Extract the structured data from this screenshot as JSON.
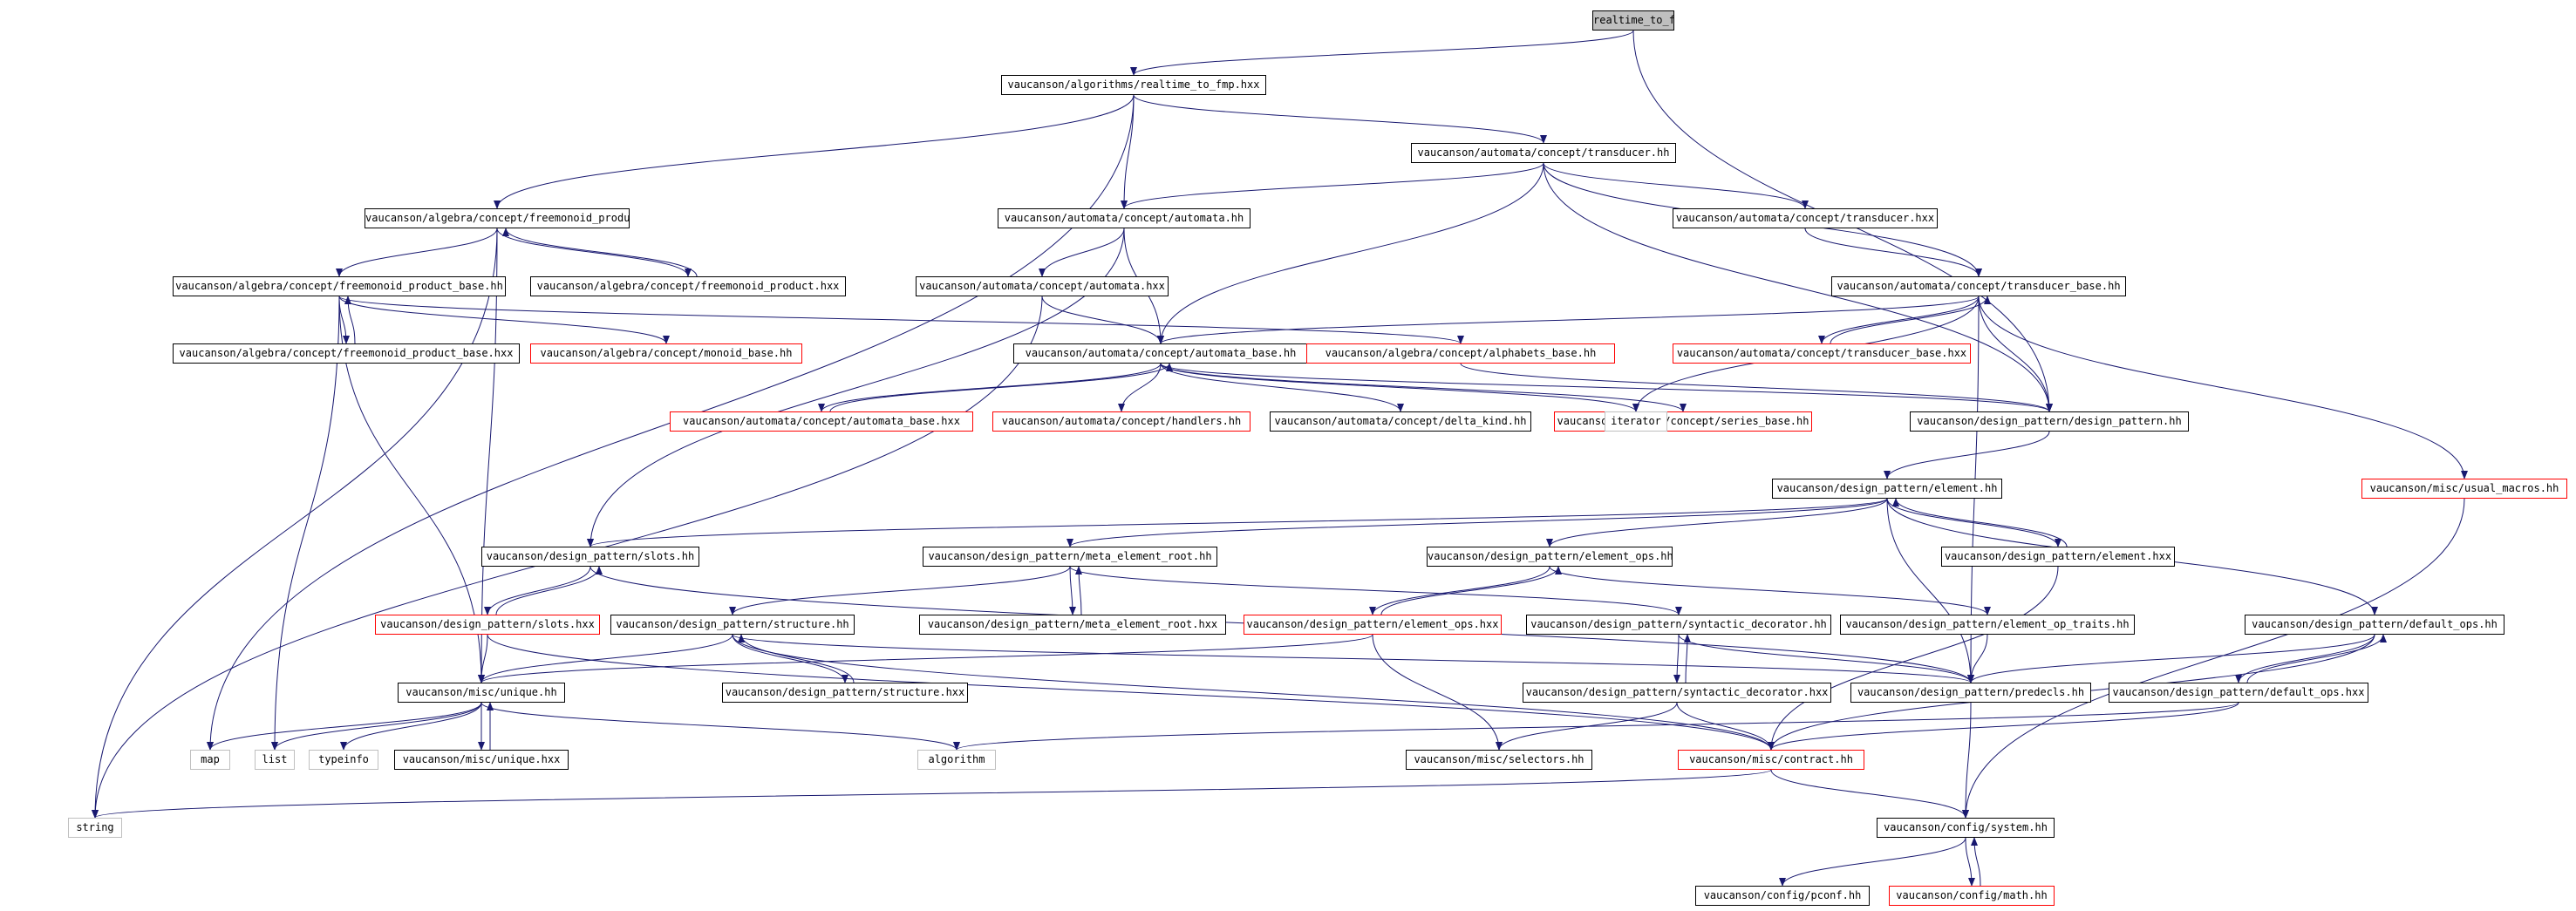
{
  "colors": {
    "edge": "#191970",
    "box": "#000000",
    "external": "#bfbfbf",
    "truncated": "#ff0000",
    "root_fill": "#bfbfbf"
  },
  "nodes": [
    {
      "id": "realtime_to_fmp_hh",
      "label": "realtime_to_fmp.hh",
      "style": "root"
    },
    {
      "id": "alg_realtime_to_fmp_hxx",
      "label": "vaucanson/algorithms/realtime_to_fmp.hxx",
      "style": "normal"
    },
    {
      "id": "transducer_hh",
      "label": "vaucanson/automata/concept/transducer.hh",
      "style": "normal"
    },
    {
      "id": "freemonoid_product_hh",
      "label": "vaucanson/algebra/concept/freemonoid_product.hh",
      "style": "normal"
    },
    {
      "id": "automata_hh",
      "label": "vaucanson/automata/concept/automata.hh",
      "style": "normal"
    },
    {
      "id": "transducer_hxx",
      "label": "vaucanson/automata/concept/transducer.hxx",
      "style": "normal"
    },
    {
      "id": "freemonoid_product_base_hh",
      "label": "vaucanson/algebra/concept/freemonoid_product_base.hh",
      "style": "normal"
    },
    {
      "id": "freemonoid_product_hxx",
      "label": "vaucanson/algebra/concept/freemonoid_product.hxx",
      "style": "normal"
    },
    {
      "id": "automata_hxx",
      "label": "vaucanson/automata/concept/automata.hxx",
      "style": "normal"
    },
    {
      "id": "transducer_base_hh",
      "label": "vaucanson/automata/concept/transducer_base.hh",
      "style": "normal"
    },
    {
      "id": "freemonoid_product_base_hxx",
      "label": "vaucanson/algebra/concept/freemonoid_product_base.hxx",
      "style": "normal"
    },
    {
      "id": "monoid_base_hh",
      "label": "vaucanson/algebra/concept/monoid_base.hh",
      "style": "red"
    },
    {
      "id": "automata_base_hh",
      "label": "vaucanson/automata/concept/automata_base.hh",
      "style": "normal"
    },
    {
      "id": "alphabets_base_hh",
      "label": "vaucanson/algebra/concept/alphabets_base.hh",
      "style": "red"
    },
    {
      "id": "transducer_base_hxx",
      "label": "vaucanson/automata/concept/transducer_base.hxx",
      "style": "red"
    },
    {
      "id": "automata_base_hxx",
      "label": "vaucanson/automata/concept/automata_base.hxx",
      "style": "red"
    },
    {
      "id": "handlers_hh",
      "label": "vaucanson/automata/concept/handlers.hh",
      "style": "red"
    },
    {
      "id": "delta_kind_hh",
      "label": "vaucanson/automata/concept/delta_kind.hh",
      "style": "normal"
    },
    {
      "id": "series_base_hh",
      "label": "vaucanson/algebra/concept/series_base.hh",
      "style": "red"
    },
    {
      "id": "iterator",
      "label": "iterator",
      "style": "ext"
    },
    {
      "id": "design_pattern_hh",
      "label": "vaucanson/design_pattern/design_pattern.hh",
      "style": "normal"
    },
    {
      "id": "usual_macros_hh",
      "label": "vaucanson/misc/usual_macros.hh",
      "style": "red"
    },
    {
      "id": "element_hh",
      "label": "vaucanson/design_pattern/element.hh",
      "style": "normal"
    },
    {
      "id": "slots_hh",
      "label": "vaucanson/design_pattern/slots.hh",
      "style": "normal"
    },
    {
      "id": "meta_element_root_hh",
      "label": "vaucanson/design_pattern/meta_element_root.hh",
      "style": "normal"
    },
    {
      "id": "element_ops_hh",
      "label": "vaucanson/design_pattern/element_ops.hh",
      "style": "normal"
    },
    {
      "id": "element_hxx",
      "label": "vaucanson/design_pattern/element.hxx",
      "style": "normal"
    },
    {
      "id": "slots_hxx",
      "label": "vaucanson/design_pattern/slots.hxx",
      "style": "red"
    },
    {
      "id": "structure_hh",
      "label": "vaucanson/design_pattern/structure.hh",
      "style": "normal"
    },
    {
      "id": "meta_element_root_hxx",
      "label": "vaucanson/design_pattern/meta_element_root.hxx",
      "style": "normal"
    },
    {
      "id": "element_ops_hxx",
      "label": "vaucanson/design_pattern/element_ops.hxx",
      "style": "red"
    },
    {
      "id": "syntactic_decorator_hh",
      "label": "vaucanson/design_pattern/syntactic_decorator.hh",
      "style": "normal"
    },
    {
      "id": "element_op_traits_hh",
      "label": "vaucanson/design_pattern/element_op_traits.hh",
      "style": "normal"
    },
    {
      "id": "default_ops_hh",
      "label": "vaucanson/design_pattern/default_ops.hh",
      "style": "normal"
    },
    {
      "id": "unique_hh",
      "label": "vaucanson/misc/unique.hh",
      "style": "normal"
    },
    {
      "id": "structure_hxx",
      "label": "vaucanson/design_pattern/structure.hxx",
      "style": "normal"
    },
    {
      "id": "syntactic_decorator_hxx",
      "label": "vaucanson/design_pattern/syntactic_decorator.hxx",
      "style": "normal"
    },
    {
      "id": "predecls_hh",
      "label": "vaucanson/design_pattern/predecls.hh",
      "style": "normal"
    },
    {
      "id": "default_ops_hxx",
      "label": "vaucanson/design_pattern/default_ops.hxx",
      "style": "normal"
    },
    {
      "id": "map",
      "label": "map",
      "style": "ext"
    },
    {
      "id": "list",
      "label": "list",
      "style": "ext"
    },
    {
      "id": "typeinfo",
      "label": "typeinfo",
      "style": "ext"
    },
    {
      "id": "unique_hxx",
      "label": "vaucanson/misc/unique.hxx",
      "style": "normal"
    },
    {
      "id": "algorithm",
      "label": "algorithm",
      "style": "ext"
    },
    {
      "id": "selectors_hh",
      "label": "vaucanson/misc/selectors.hh",
      "style": "normal"
    },
    {
      "id": "contract_hh",
      "label": "vaucanson/misc/contract.hh",
      "style": "red"
    },
    {
      "id": "string",
      "label": "string",
      "style": "ext"
    },
    {
      "id": "system_hh",
      "label": "vaucanson/config/system.hh",
      "style": "normal"
    },
    {
      "id": "pconf_hh",
      "label": "vaucanson/config/pconf.hh",
      "style": "normal"
    },
    {
      "id": "math_hh",
      "label": "vaucanson/config/math.hh",
      "style": "red"
    }
  ],
  "edges": [
    [
      "realtime_to_fmp_hh",
      "alg_realtime_to_fmp_hxx"
    ],
    [
      "realtime_to_fmp_hh",
      "design_pattern_hh"
    ],
    [
      "alg_realtime_to_fmp_hxx",
      "transducer_hh"
    ],
    [
      "alg_realtime_to_fmp_hxx",
      "freemonoid_product_hh"
    ],
    [
      "alg_realtime_to_fmp_hxx",
      "automata_hh"
    ],
    [
      "alg_realtime_to_fmp_hxx",
      "map"
    ],
    [
      "transducer_hh",
      "automata_hh"
    ],
    [
      "transducer_hh",
      "transducer_hxx"
    ],
    [
      "transducer_hh",
      "transducer_base_hh"
    ],
    [
      "transducer_hh",
      "automata_base_hh"
    ],
    [
      "transducer_hh",
      "design_pattern_hh"
    ],
    [
      "freemonoid_product_hh",
      "freemonoid_product_base_hh"
    ],
    [
      "freemonoid_product_hh",
      "freemonoid_product_hxx"
    ],
    [
      "freemonoid_product_hh",
      "unique_hh"
    ],
    [
      "freemonoid_product_hh",
      "string"
    ],
    [
      "freemonoid_product_hxx",
      "freemonoid_product_hh"
    ],
    [
      "automata_hh",
      "automata_hxx"
    ],
    [
      "automata_hh",
      "automata_base_hh"
    ],
    [
      "automata_hh",
      "slots_hh"
    ],
    [
      "automata_hxx",
      "automata_base_hh"
    ],
    [
      "automata_hxx",
      "string"
    ],
    [
      "transducer_hxx",
      "transducer_base_hh"
    ],
    [
      "freemonoid_product_base_hh",
      "freemonoid_product_base_hxx"
    ],
    [
      "freemonoid_product_base_hh",
      "monoid_base_hh"
    ],
    [
      "freemonoid_product_base_hh",
      "alphabets_base_hh"
    ],
    [
      "freemonoid_product_base_hh",
      "list"
    ],
    [
      "freemonoid_product_base_hh",
      "unique_hh"
    ],
    [
      "freemonoid_product_base_hxx",
      "freemonoid_product_base_hh"
    ],
    [
      "transducer_base_hh",
      "automata_base_hh"
    ],
    [
      "transducer_base_hh",
      "transducer_base_hxx"
    ],
    [
      "transducer_base_hh",
      "design_pattern_hh"
    ],
    [
      "transducer_base_hh",
      "usual_macros_hh"
    ],
    [
      "transducer_base_hh",
      "iterator"
    ],
    [
      "transducer_base_hh",
      "predecls_hh"
    ],
    [
      "transducer_base_hxx",
      "transducer_base_hh"
    ],
    [
      "automata_base_hh",
      "automata_base_hxx"
    ],
    [
      "automata_base_hh",
      "handlers_hh"
    ],
    [
      "automata_base_hh",
      "delta_kind_hh"
    ],
    [
      "automata_base_hh",
      "series_base_hh"
    ],
    [
      "automata_base_hh",
      "iterator"
    ],
    [
      "automata_base_hh",
      "design_pattern_hh"
    ],
    [
      "automata_base_hxx",
      "automata_base_hh"
    ],
    [
      "alphabets_base_hh",
      "design_pattern_hh"
    ],
    [
      "design_pattern_hh",
      "element_hh"
    ],
    [
      "usual_macros_hh",
      "system_hh"
    ],
    [
      "element_hh",
      "slots_hh"
    ],
    [
      "element_hh",
      "meta_element_root_hh"
    ],
    [
      "element_hh",
      "element_ops_hh"
    ],
    [
      "element_hh",
      "element_hxx"
    ],
    [
      "element_hh",
      "default_ops_hh"
    ],
    [
      "element_hh",
      "predecls_hh"
    ],
    [
      "element_hxx",
      "element_hh"
    ],
    [
      "element_hxx",
      "contract_hh"
    ],
    [
      "slots_hh",
      "slots_hxx"
    ],
    [
      "slots_hh",
      "predecls_hh"
    ],
    [
      "slots_hxx",
      "slots_hh"
    ],
    [
      "slots_hxx",
      "unique_hh"
    ],
    [
      "slots_hxx",
      "contract_hh"
    ],
    [
      "meta_element_root_hh",
      "structure_hh"
    ],
    [
      "meta_element_root_hh",
      "meta_element_root_hxx"
    ],
    [
      "meta_element_root_hh",
      "syntactic_decorator_hh"
    ],
    [
      "meta_element_root_hxx",
      "meta_element_root_hh"
    ],
    [
      "element_ops_hh",
      "element_ops_hxx"
    ],
    [
      "element_ops_hh",
      "element_op_traits_hh"
    ],
    [
      "element_ops_hxx",
      "element_ops_hh"
    ],
    [
      "element_ops_hxx",
      "selectors_hh"
    ],
    [
      "element_ops_hxx",
      "unique_hh"
    ],
    [
      "structure_hh",
      "structure_hxx"
    ],
    [
      "structure_hh",
      "unique_hh"
    ],
    [
      "structure_hh",
      "predecls_hh"
    ],
    [
      "structure_hh",
      "contract_hh"
    ],
    [
      "structure_hxx",
      "structure_hh"
    ],
    [
      "syntactic_decorator_hh",
      "syntactic_decorator_hxx"
    ],
    [
      "syntactic_decorator_hh",
      "predecls_hh"
    ],
    [
      "syntactic_decorator_hxx",
      "syntactic_decorator_hh"
    ],
    [
      "syntactic_decorator_hxx",
      "selectors_hh"
    ],
    [
      "syntactic_decorator_hxx",
      "contract_hh"
    ],
    [
      "element_op_traits_hh",
      "predecls_hh"
    ],
    [
      "default_ops_hh",
      "default_ops_hxx"
    ],
    [
      "default_ops_hh",
      "predecls_hh"
    ],
    [
      "default_ops_hh",
      "contract_hh"
    ],
    [
      "default_ops_hxx",
      "default_ops_hh"
    ],
    [
      "default_ops_hxx",
      "algorithm"
    ],
    [
      "default_ops_hxx",
      "contract_hh"
    ],
    [
      "predecls_hh",
      "system_hh"
    ],
    [
      "unique_hh",
      "map"
    ],
    [
      "unique_hh",
      "list"
    ],
    [
      "unique_hh",
      "typeinfo"
    ],
    [
      "unique_hh",
      "unique_hxx"
    ],
    [
      "unique_hh",
      "algorithm"
    ],
    [
      "unique_hxx",
      "unique_hh"
    ],
    [
      "contract_hh",
      "system_hh"
    ],
    [
      "contract_hh",
      "string"
    ],
    [
      "system_hh",
      "pconf_hh"
    ],
    [
      "system_hh",
      "math_hh"
    ],
    [
      "math_hh",
      "system_hh"
    ]
  ]
}
